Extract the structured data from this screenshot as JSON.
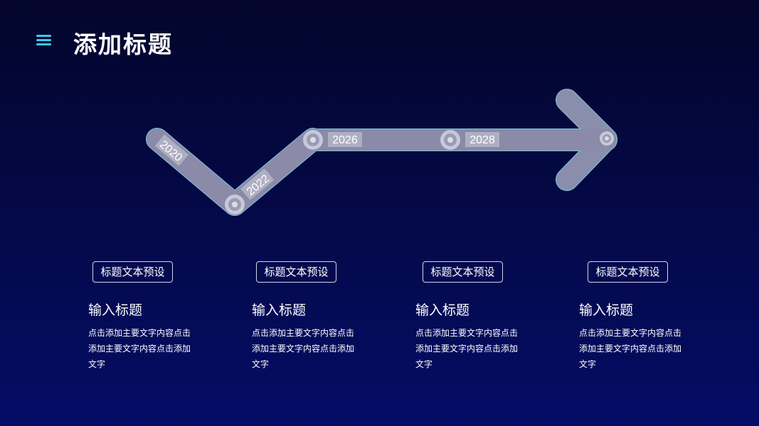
{
  "header": {
    "title": "添加标题",
    "icon": "menu-icon"
  },
  "timeline": {
    "years": [
      "2020",
      "2022",
      "2026",
      "2028"
    ],
    "accent": "#8ed8ee"
  },
  "cards": [
    {
      "tag": "标题文本预设",
      "title": "输入标题",
      "body": "点击添加主要文字内容点击添加主要文字内容点击添加文字"
    },
    {
      "tag": "标题文本预设",
      "title": "输入标题",
      "body": "点击添加主要文字内容点击添加主要文字内容点击添加文字"
    },
    {
      "tag": "标题文本预设",
      "title": "输入标题",
      "body": "点击添加主要文字内容点击添加主要文字内容点击添加文字"
    },
    {
      "tag": "标题文本预设",
      "title": "输入标题",
      "body": "点击添加主要文字内容点击添加主要文字内容点击添加文字"
    }
  ]
}
